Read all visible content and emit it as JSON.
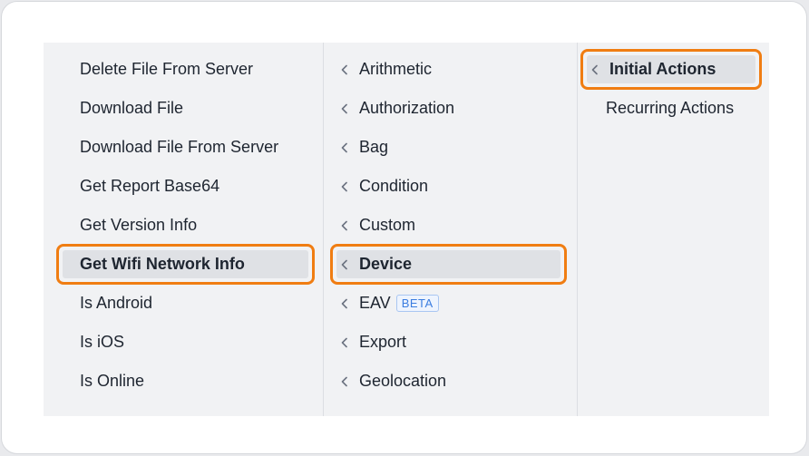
{
  "column1": {
    "items": [
      {
        "label": "Delete File From Server"
      },
      {
        "label": "Download File"
      },
      {
        "label": "Download File From Server"
      },
      {
        "label": "Get Report Base64"
      },
      {
        "label": "Get Version Info"
      },
      {
        "label": "Get Wifi Network Info",
        "selected": true
      },
      {
        "label": "Is Android"
      },
      {
        "label": "Is iOS"
      },
      {
        "label": "Is Online"
      }
    ]
  },
  "column2": {
    "items": [
      {
        "label": "Arithmetic",
        "icon": "chevron-left-icon"
      },
      {
        "label": "Authorization",
        "icon": "chevron-left-icon"
      },
      {
        "label": "Bag",
        "icon": "chevron-left-icon"
      },
      {
        "label": "Condition",
        "icon": "chevron-left-icon"
      },
      {
        "label": "Custom",
        "icon": "chevron-left-icon"
      },
      {
        "label": "Device",
        "icon": "chevron-left-icon",
        "selected": true
      },
      {
        "label": "EAV",
        "icon": "chevron-left-icon",
        "badge": "BETA"
      },
      {
        "label": "Export",
        "icon": "chevron-left-icon"
      },
      {
        "label": "Geolocation",
        "icon": "chevron-left-icon"
      }
    ]
  },
  "column3": {
    "items": [
      {
        "label": "Initial Actions",
        "icon": "chevron-left-icon",
        "selected": true
      },
      {
        "label": "Recurring Actions"
      }
    ]
  },
  "colors": {
    "highlight_border": "#f07d12",
    "selected_bg": "#dfe1e5",
    "panel_bg": "#f1f2f4",
    "badge_text": "#3b7de0"
  }
}
